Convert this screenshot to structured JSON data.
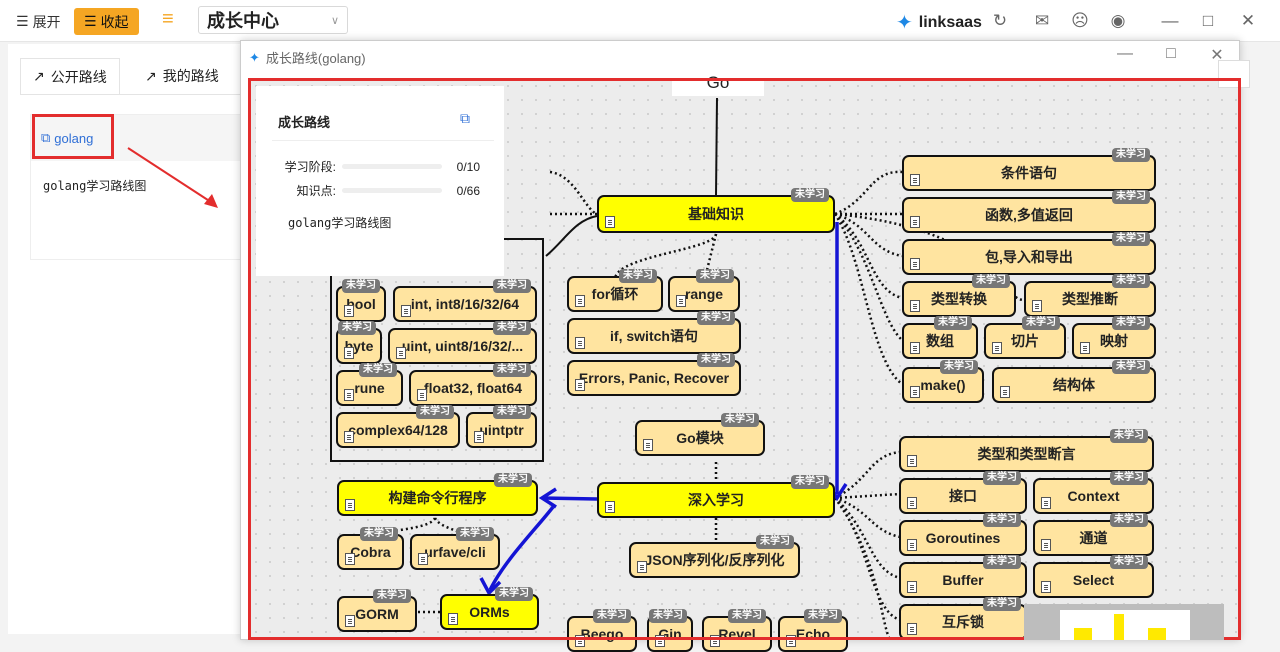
{
  "topbar": {
    "expand": "展开",
    "collapse": "收起",
    "title": "成长中心",
    "brand": "linksaas"
  },
  "tabs": {
    "public": "公开路线",
    "mine": "我的路线"
  },
  "card": {
    "link": "golang",
    "desc": "golang学习路线图"
  },
  "window": {
    "title": "成长路线(golang)"
  },
  "info": {
    "title": "成长路线",
    "stage_label": "学习阶段:",
    "stage_value": "0/10",
    "point_label": "知识点:",
    "point_value": "0/66",
    "desc": "golang学习路线图"
  },
  "badge": "未学习",
  "root": "Go",
  "nodes": {
    "basics": "基础知识",
    "cond": "条件语句",
    "func": "函数,多值返回",
    "pkg": "包,导入和导出",
    "conv": "类型转换",
    "infer": "类型推断",
    "array": "数组",
    "slice": "切片",
    "map": "映射",
    "make": "make()",
    "struct": "结构体",
    "forloop": "for循环",
    "range": "range",
    "ifswitch": "if, switch语句",
    "errors": "Errors, Panic, Recover",
    "bool": "bool",
    "int": "int, int8/16/32/64",
    "byte": "byte",
    "uint": "uint, uint8/16/32/...",
    "rune": "rune",
    "float": "float32, float64",
    "complex": "complex64/128",
    "uintptr": "uintptr",
    "gomod": "Go模块",
    "advanced": "深入学习",
    "cli": "构建命令行程序",
    "cobra": "Cobra",
    "urfave": "urfave/cli",
    "json": "JSON序列化/反序列化",
    "typeassert": "类型和类型断言",
    "iface": "接口",
    "context": "Context",
    "goroutines": "Goroutines",
    "channel": "通道",
    "buffer": "Buffer",
    "select": "Select",
    "mutex": "互斥锁",
    "gorm": "GORM",
    "orms": "ORMs",
    "beego": "Beego",
    "gin": "Gin",
    "revel": "Revel",
    "echo": "Echo"
  }
}
